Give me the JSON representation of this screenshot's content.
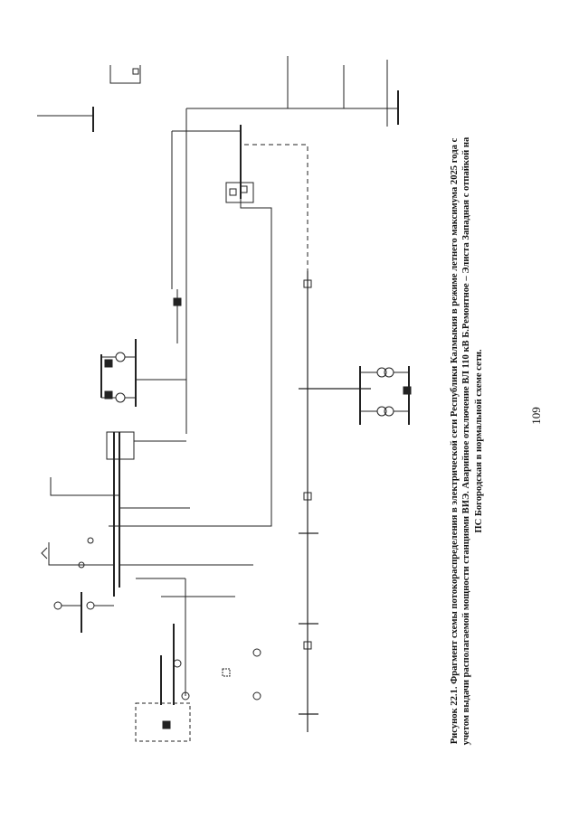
{
  "caption": {
    "label": "Рисунок 22.1.",
    "text": "Фрагмент схемы потокораспределения в электрической сети Республики Калмыкия в режиме летнего максимума 2025 года с учетом выдачи располагаемой мощности станциями ВИЭ. Аварийное отключение ВЛ 110 кВ Б.Ремонтное – Элиста Западная с отпайкой на ПС Богородская в нормальной схеме сети."
  },
  "page_number": "109"
}
